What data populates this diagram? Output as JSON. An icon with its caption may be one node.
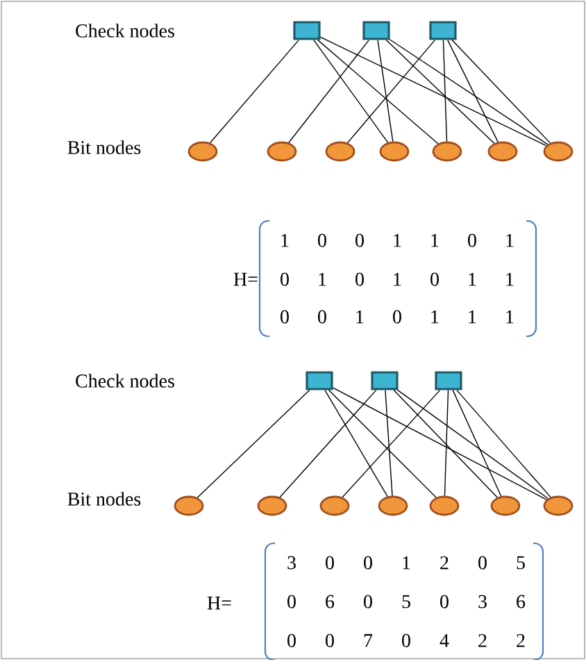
{
  "diagram": {
    "nodes": [
      {
        "text": [],
        "shape": "box"
      },
      {
        "text": [],
        "shape": "box"
      },
      {
        "text": [],
        "shape": "box"
      },
      {
        "text": [],
        "shape": "circle"
      },
      {
        "text": [],
        "shape": "circle"
      },
      {
        "text": [],
        "shape": "circle"
      },
      {
        "text": [],
        "shape": "circle"
      },
      {
        "text": [],
        "shape": "circle"
      },
      {
        "text": [],
        "shape": "circle"
      },
      {
        "text": [],
        "shape": "circle"
      },
      {
        "text": [],
        "shape": "box"
      },
      {
        "text": [],
        "shape": "box"
      },
      {
        "text": [],
        "shape": "box"
      },
      {
        "text": [],
        "shape": "circle"
      },
      {
        "text": [],
        "shape": "circle"
      },
      {
        "text": [],
        "shape": "circle"
      },
      {
        "text": [],
        "shape": "circle"
      },
      {
        "text": [],
        "shape": "circle"
      },
      {
        "text": [],
        "shape": "circle"
      },
      {
        "text": [],
        "shape": "circle"
      }
    ],
    "edges": [
      {
        "from": 0,
        "to": 3,
        "arrow": "none"
      },
      {
        "from": 0,
        "to": 6,
        "arrow": "none"
      },
      {
        "from": 0,
        "to": 7,
        "arrow": "none"
      },
      {
        "from": 0,
        "to": 9,
        "arrow": "none"
      },
      {
        "from": 1,
        "to": 4,
        "arrow": "none"
      },
      {
        "from": 1,
        "to": 6,
        "arrow": "none"
      },
      {
        "from": 1,
        "to": 8,
        "arrow": "none"
      },
      {
        "from": 1,
        "to": 9,
        "arrow": "none"
      },
      {
        "from": 2,
        "to": 5,
        "arrow": "none"
      },
      {
        "from": 2,
        "to": 7,
        "arrow": "none"
      },
      {
        "from": 2,
        "to": 8,
        "arrow": "none"
      },
      {
        "from": 2,
        "to": 9,
        "arrow": "none"
      },
      {
        "from": 10,
        "to": 13,
        "arrow": "none"
      },
      {
        "from": 10,
        "to": 16,
        "arrow": "none"
      },
      {
        "from": 10,
        "to": 17,
        "arrow": "none"
      },
      {
        "from": 10,
        "to": 19,
        "arrow": "none"
      },
      {
        "from": 11,
        "to": 14,
        "arrow": "none"
      },
      {
        "from": 11,
        "to": 16,
        "arrow": "none"
      },
      {
        "from": 11,
        "to": 18,
        "arrow": "none"
      },
      {
        "from": 11,
        "to": 19,
        "arrow": "none"
      },
      {
        "from": 12,
        "to": 15,
        "arrow": "none"
      },
      {
        "from": 12,
        "to": 17,
        "arrow": "none"
      },
      {
        "from": 12,
        "to": 18,
        "arrow": "none"
      },
      {
        "from": 12,
        "to": 19,
        "arrow": "none"
      }
    ],
    "labels": [
      "Check nodes",
      "Bit nodes",
      "H=",
      "1",
      "0",
      "0",
      "1",
      "1",
      "0",
      "1",
      "0",
      "1",
      "0",
      "1",
      "0",
      "1",
      "1",
      "0",
      "0",
      "1",
      "0",
      "1",
      "1",
      "1",
      "Check nodes",
      "Bit nodes",
      "H=",
      "3",
      "0",
      "0",
      "1",
      "2",
      "0",
      "5",
      "0",
      "6",
      "0",
      "5",
      "0",
      "3",
      "6",
      "0",
      "0",
      "7",
      "0",
      "4",
      "2",
      "2"
    ]
  }
}
